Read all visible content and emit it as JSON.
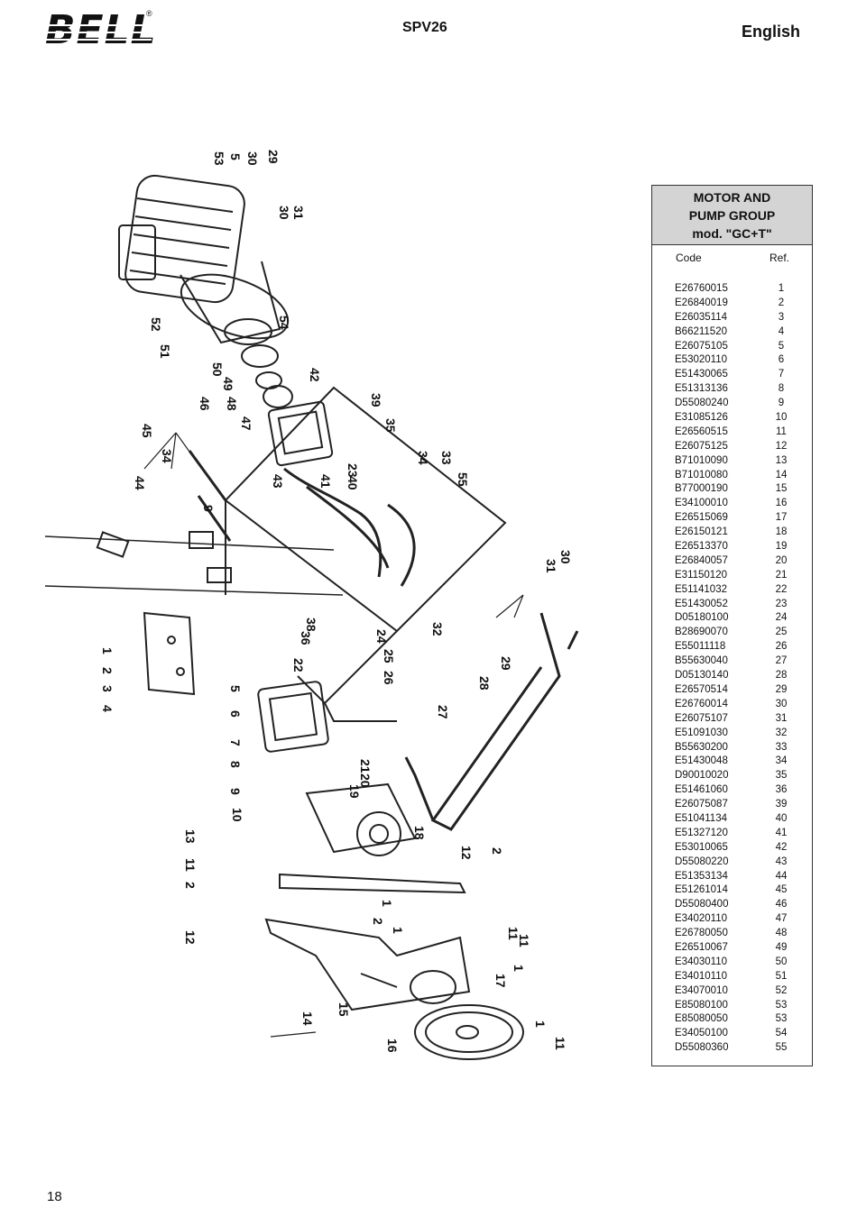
{
  "header": {
    "brand": "BELL",
    "reg_mark": "®",
    "model": "SPV26",
    "language": "English"
  },
  "table": {
    "title_lines": [
      "MOTOR AND",
      "PUMP GROUP",
      "mod. \"GC+T\""
    ],
    "col_code": "Code",
    "col_ref": "Ref.",
    "rows": [
      {
        "code": "E26760015",
        "ref": "1"
      },
      {
        "code": "E26840019",
        "ref": "2"
      },
      {
        "code": "E26035114",
        "ref": "3"
      },
      {
        "code": "B66211520",
        "ref": "4"
      },
      {
        "code": "E26075105",
        "ref": "5"
      },
      {
        "code": "E53020110",
        "ref": "6"
      },
      {
        "code": "E51430065",
        "ref": "7"
      },
      {
        "code": "E51313136",
        "ref": "8"
      },
      {
        "code": "D55080240",
        "ref": "9"
      },
      {
        "code": "E31085126",
        "ref": "10"
      },
      {
        "code": "E26560515",
        "ref": "11"
      },
      {
        "code": "E26075125",
        "ref": "12"
      },
      {
        "code": "B71010090",
        "ref": "13"
      },
      {
        "code": "B71010080",
        "ref": "14"
      },
      {
        "code": "B77000190",
        "ref": "15"
      },
      {
        "code": "E34100010",
        "ref": "16"
      },
      {
        "code": "E26515069",
        "ref": "17"
      },
      {
        "code": "E26150121",
        "ref": "18"
      },
      {
        "code": "E26513370",
        "ref": "19"
      },
      {
        "code": "E26840057",
        "ref": "20"
      },
      {
        "code": "E31150120",
        "ref": "21"
      },
      {
        "code": "E51141032",
        "ref": "22"
      },
      {
        "code": "E51430052",
        "ref": "23"
      },
      {
        "code": "D05180100",
        "ref": "24"
      },
      {
        "code": "B28690070",
        "ref": "25"
      },
      {
        "code": "E55011118",
        "ref": "26"
      },
      {
        "code": "B55630040",
        "ref": "27"
      },
      {
        "code": "D05130140",
        "ref": "28"
      },
      {
        "code": "E26570514",
        "ref": "29"
      },
      {
        "code": "E26760014",
        "ref": "30"
      },
      {
        "code": "E26075107",
        "ref": "31"
      },
      {
        "code": "E51091030",
        "ref": "32"
      },
      {
        "code": "B55630200",
        "ref": "33"
      },
      {
        "code": "E51430048",
        "ref": "34"
      },
      {
        "code": "D90010020",
        "ref": "35"
      },
      {
        "code": "E51461060",
        "ref": "36"
      },
      {
        "code": "E26075087",
        "ref": "39"
      },
      {
        "code": "E51041134",
        "ref": "40"
      },
      {
        "code": "E51327120",
        "ref": "41"
      },
      {
        "code": "E53010065",
        "ref": "42"
      },
      {
        "code": "D55080220",
        "ref": "43"
      },
      {
        "code": "E51353134",
        "ref": "44"
      },
      {
        "code": "E51261014",
        "ref": "45"
      },
      {
        "code": "D55080400",
        "ref": "46"
      },
      {
        "code": "E34020110",
        "ref": "47"
      },
      {
        "code": "E26780050",
        "ref": "48"
      },
      {
        "code": "E26510067",
        "ref": "49"
      },
      {
        "code": "E34030110",
        "ref": "50"
      },
      {
        "code": "E34010110",
        "ref": "51"
      },
      {
        "code": "E34070010",
        "ref": "52"
      },
      {
        "code": "E85080100",
        "ref": "53"
      },
      {
        "code": "E85080050",
        "ref": "53"
      },
      {
        "code": "E34050100",
        "ref": "54"
      },
      {
        "code": "D55080360",
        "ref": "55"
      }
    ]
  },
  "diagram": {
    "callouts": [
      "53",
      "5",
      "30",
      "29",
      "30",
      "31",
      "52",
      "51",
      "54",
      "50",
      "49",
      "48",
      "47",
      "42",
      "39",
      "35",
      "46",
      "45",
      "34",
      "44",
      "9",
      "43",
      "41",
      "23",
      "40",
      "34",
      "33",
      "55",
      "31",
      "30",
      "1",
      "2",
      "3",
      "4",
      "38",
      "36",
      "32",
      "24",
      "25",
      "26",
      "29",
      "28",
      "22",
      "5",
      "6",
      "27",
      "7",
      "8",
      "9",
      "10",
      "21",
      "20",
      "19",
      "18",
      "13",
      "11",
      "2",
      "12",
      "12",
      "2",
      "1",
      "11",
      "2",
      "1",
      "11",
      "14",
      "15",
      "17",
      "1",
      "16",
      "1",
      "11"
    ]
  },
  "page_number": "18"
}
